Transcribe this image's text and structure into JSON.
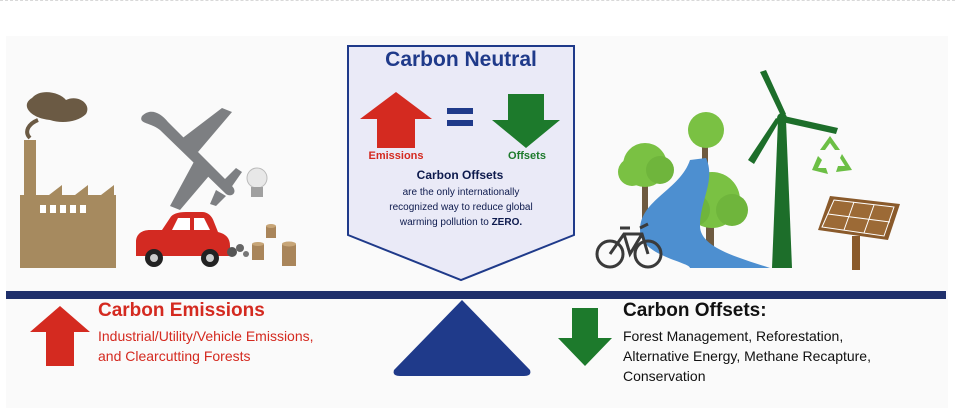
{
  "colors": {
    "emissions_red": "#d42a20",
    "offsets_green": "#1d7a2c",
    "navy": "#1f2f6b",
    "title_blue": "#1f3a8a",
    "shield_fill": "#eaeaf7"
  },
  "shield": {
    "title": "Carbon Neutral",
    "emissions_label": "Emissions",
    "equals": "=",
    "offsets_label": "Offsets",
    "subtitle": "Carbon Offsets",
    "description_lines": [
      "are the only internationally",
      "recognized way to reduce global",
      "warming pollution to"
    ],
    "description_emphasis": "ZERO."
  },
  "bottom_left": {
    "title": "Carbon Emissions",
    "desc_line1": "Industrial/Utility/Vehicle Emissions,",
    "desc_line2": "and Clearcutting Forests"
  },
  "bottom_right": {
    "title": "Carbon Offsets:",
    "desc_line1": "Forest Management, Reforestation,",
    "desc_line2": "Alternative Energy, Methane Recapture,",
    "desc_line3": "Conservation"
  },
  "icons": {
    "left": [
      "factory-icon",
      "airplane-icon",
      "lightbulb-icon",
      "car-icon",
      "tree-stumps-icon"
    ],
    "right": [
      "trees-icon",
      "bicycle-icon",
      "river-icon",
      "wind-turbine-icon",
      "recycle-icon",
      "solar-panel-icon"
    ]
  }
}
